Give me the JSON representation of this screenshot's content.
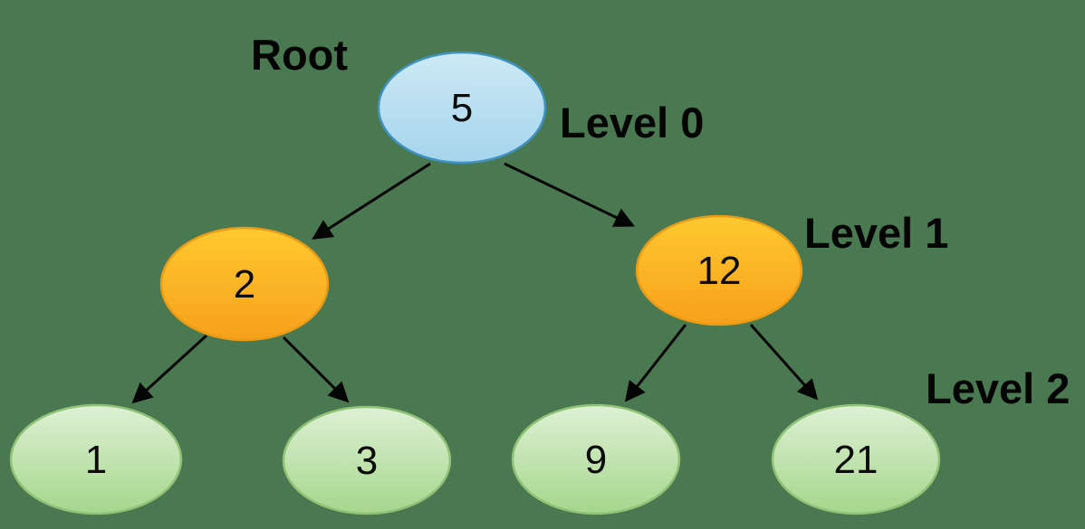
{
  "canvas": {
    "background_color": "#4a7851"
  },
  "diagram": {
    "type": "binary-tree",
    "annotation_root": "Root",
    "level_labels": [
      "Level 0",
      "Level 1",
      "Level 2"
    ],
    "nodes": [
      {
        "id": "root",
        "value": "5",
        "level": 0,
        "fill": "blue"
      },
      {
        "id": "left",
        "value": "2",
        "level": 1,
        "fill": "orange"
      },
      {
        "id": "right",
        "value": "12",
        "level": 1,
        "fill": "orange"
      },
      {
        "id": "left-left",
        "value": "1",
        "level": 2,
        "fill": "green"
      },
      {
        "id": "left-right",
        "value": "3",
        "level": 2,
        "fill": "green"
      },
      {
        "id": "right-left",
        "value": "9",
        "level": 2,
        "fill": "green"
      },
      {
        "id": "right-right",
        "value": "21",
        "level": 2,
        "fill": "green"
      }
    ],
    "edges": [
      {
        "from": "5",
        "to": "2"
      },
      {
        "from": "5",
        "to": "12"
      },
      {
        "from": "2",
        "to": "1"
      },
      {
        "from": "2",
        "to": "3"
      },
      {
        "from": "12",
        "to": "9"
      },
      {
        "from": "12",
        "to": "21"
      }
    ],
    "colors": {
      "background": "#4a7851",
      "arrow": "#050505",
      "node_text": "#0b0b0b",
      "level0_fill_top": "#c9e7f5",
      "level0_fill_bottom": "#a6d5ec",
      "level0_border": "#3f92c5",
      "level1_fill_top": "#ffc930",
      "level1_fill_bottom": "#f7a01b",
      "level1_border": "#e89b16",
      "level2_fill_top": "#def0d5",
      "level2_fill_bottom": "#a5d78c",
      "level2_border": "#90c276"
    }
  }
}
